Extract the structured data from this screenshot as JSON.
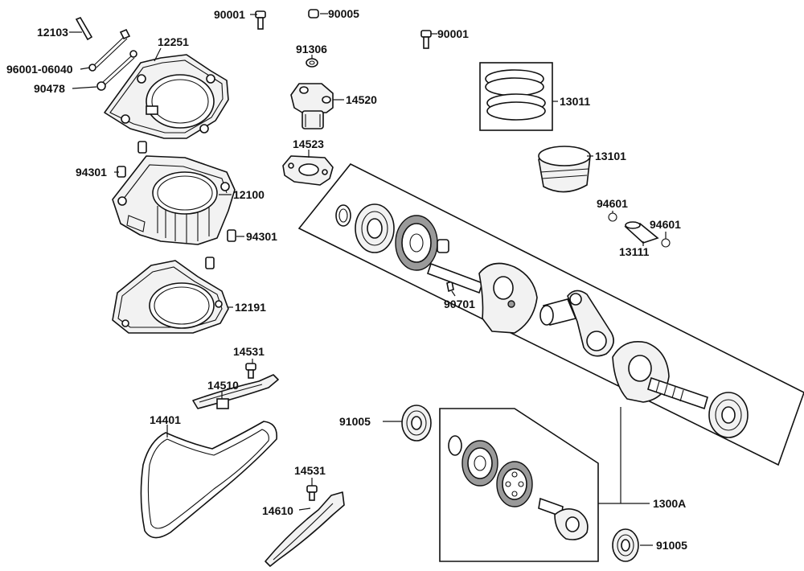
{
  "labels": {
    "p12103": "12103",
    "p96001": "96001-06040",
    "p90478": "90478",
    "p12251": "12251",
    "p90001a": "90001",
    "p90005": "90005",
    "p90001b": "90001",
    "p91306": "91306",
    "p14520": "14520",
    "p13011": "13011",
    "p13101": "13101",
    "p14523": "14523",
    "p94301a": "94301",
    "p12100": "12100",
    "p94301b": "94301",
    "p94601a": "94601",
    "p94601b": "94601",
    "p13111": "13111",
    "p90701": "90701",
    "p12191": "12191",
    "p14531a": "14531",
    "p14510": "14510",
    "p14401": "14401",
    "p91005a": "91005",
    "p14531b": "14531",
    "p14610": "14610",
    "p1300A": "1300A",
    "p91005b": "91005"
  }
}
